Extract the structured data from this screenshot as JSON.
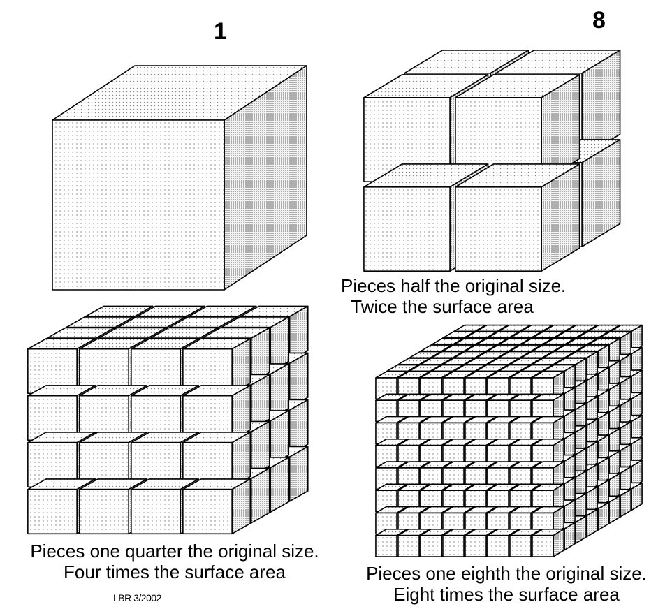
{
  "labels": {
    "top_left_number": "1",
    "top_right_number": "8",
    "top_right_caption": [
      "Pieces half the original size.",
      "Twice the surface area"
    ],
    "bottom_left_caption": [
      "Pieces one quarter the original size.",
      "Four times the surface area"
    ],
    "bottom_right_caption": [
      "Pieces one eighth the original size.",
      "Eight times the surface area"
    ],
    "credit": "LBR 3/2002"
  },
  "panels": [
    {
      "name": "whole-cube",
      "divisions": 1
    },
    {
      "name": "half-size-cubes",
      "divisions": 2
    },
    {
      "name": "quarter-size-cubes",
      "divisions": 4
    },
    {
      "name": "eighth-size-cubes",
      "divisions": 8
    }
  ],
  "colors": {
    "line": "#000000",
    "front_dots": "#7a7a7a",
    "top_dots": "#8a8a8a",
    "side_dots": "#555555",
    "background": "#ffffff"
  }
}
